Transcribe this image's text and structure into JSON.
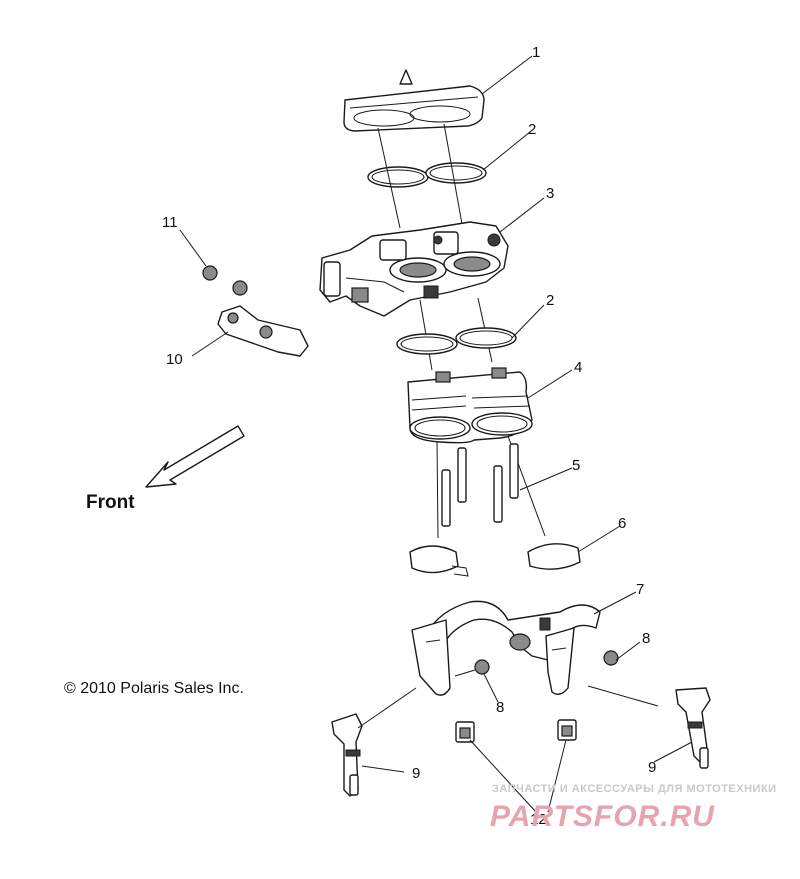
{
  "callouts": [
    "1",
    "2",
    "3",
    "2",
    "4",
    "5",
    "6",
    "7",
    "8",
    "8",
    "9",
    "9",
    "10",
    "11",
    "12"
  ],
  "front_label": "Front",
  "copyright": "© 2010 Polaris Sales Inc.",
  "watermark": {
    "tagline": "ЗАПЧАСТИ И АКСЕССУАРЫ ДЛЯ МОТОТЕХНИКИ",
    "brand": "PARTSFOR.RU"
  }
}
